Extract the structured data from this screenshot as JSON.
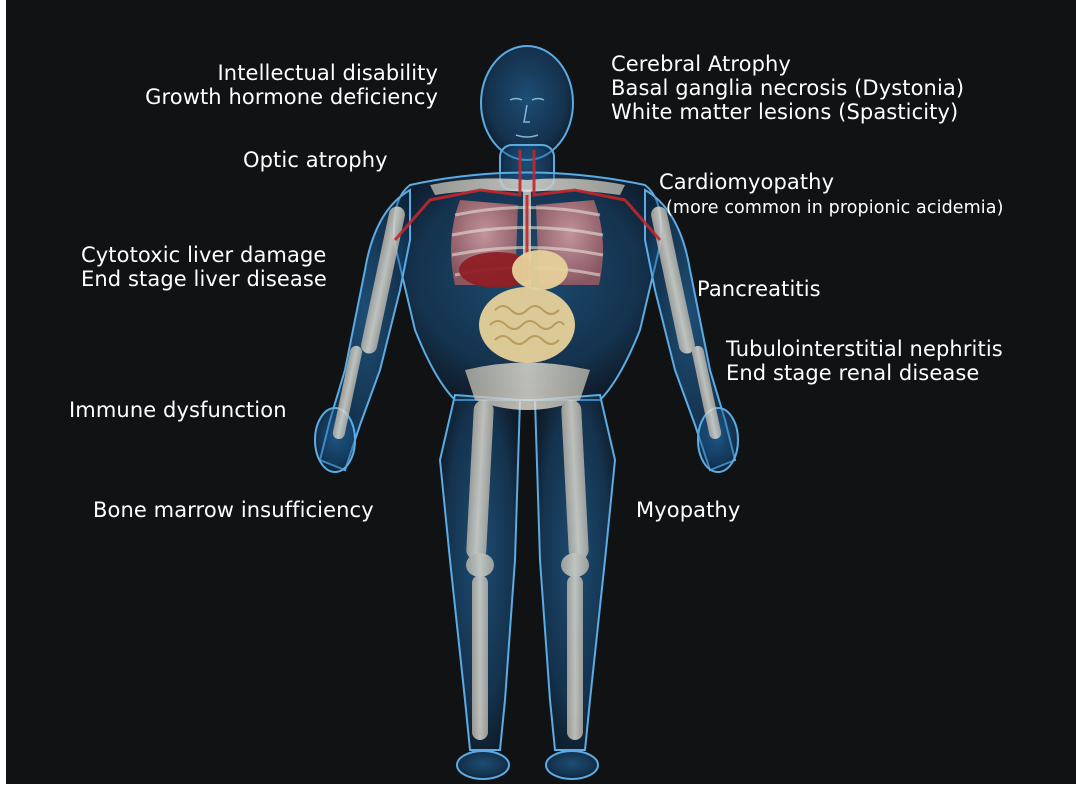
{
  "labels": {
    "cognitive": [
      "Intellectual disability",
      "Growth hormone deficiency"
    ],
    "brain": [
      "Cerebral Atrophy",
      "Basal ganglia necrosis (Dystonia)",
      "White matter lesions (Spasticity)"
    ],
    "eye": "Optic atrophy",
    "heart": "Cardiomyopathy",
    "heart_note": "(more common in propionic acidemia)",
    "liver": [
      "Cytotoxic liver damage",
      "End stage liver disease"
    ],
    "pancreas": "Pancreatitis",
    "kidney": [
      "Tubulointerstitial nephritis",
      "End stage renal disease"
    ],
    "immune": "Immune dysfunction",
    "marrow": "Bone marrow insufficiency",
    "muscle": "Myopathy"
  },
  "colors": {
    "background": "#111214",
    "body_glow": "#2f8fd6",
    "skeleton": "#d9d4c6",
    "lungs": "#c98a8f",
    "liver": "#8e1f25",
    "intestines": "#e6d19a",
    "vessels": "#c4262c"
  }
}
